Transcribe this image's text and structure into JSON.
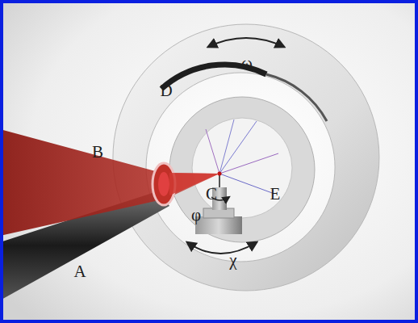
{
  "diagram": {
    "labels": [
      "ω",
      "D",
      "B",
      "E",
      "C",
      "φ",
      "A",
      "χ"
    ]
  }
}
